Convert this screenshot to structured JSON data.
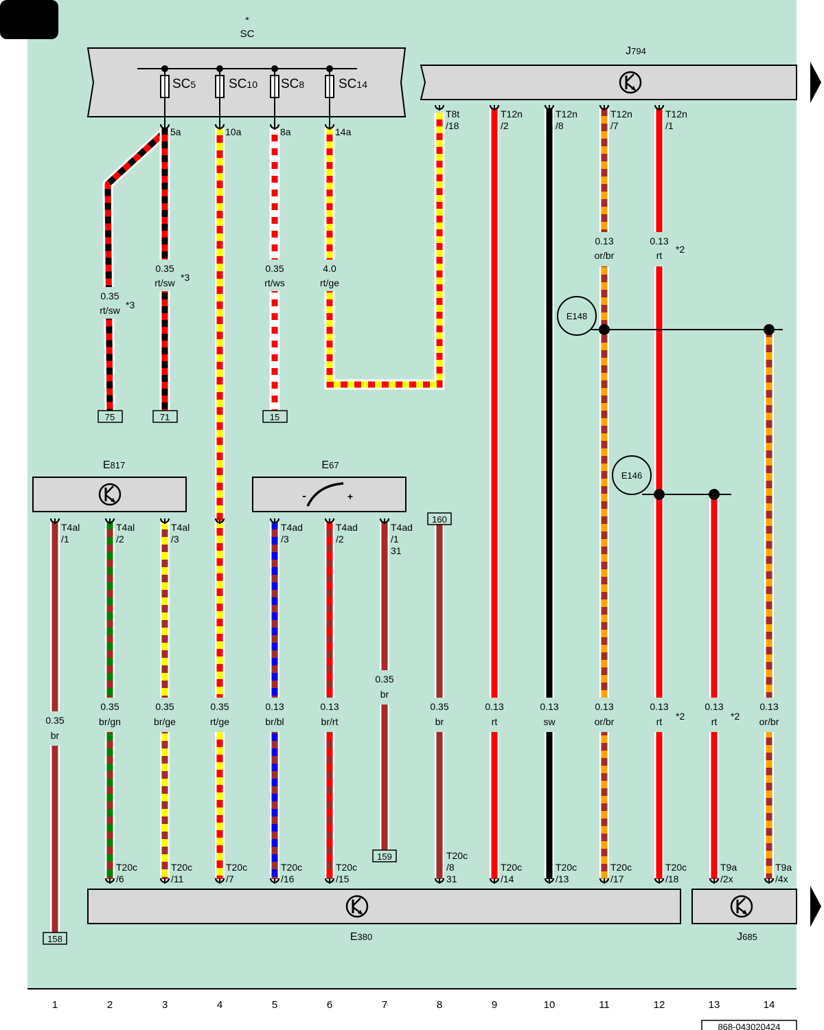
{
  "colors": {
    "background": "#bfe4d6",
    "page_tab": "#000000",
    "component_fill": "#d8d8d8",
    "rt": "#ff0000",
    "sw": "#000000",
    "ws": "#ffffff",
    "ge": "#ffff00",
    "br": "#a52a2a",
    "or": "#ffa500",
    "gn": "#008000",
    "bl": "#0000ff"
  },
  "fuse_box": {
    "name": "SC",
    "note_marker": "*",
    "fuses": [
      {
        "name": "SC",
        "sub": "5",
        "pin": "5a"
      },
      {
        "name": "SC",
        "sub": "10",
        "pin": "10a"
      },
      {
        "name": "SC",
        "sub": "8",
        "pin": "8a"
      },
      {
        "name": "SC",
        "sub": "14",
        "pin": "14a"
      }
    ]
  },
  "components": {
    "j794": {
      "name": "J",
      "sub": "794",
      "icon": "transistor-icon"
    },
    "e817": {
      "name": "E",
      "sub": "817",
      "icon": "transistor-icon"
    },
    "e67": {
      "name": "E",
      "sub": "67",
      "icon": "potentiometer-icon",
      "minus": "-",
      "plus": "+"
    },
    "e380": {
      "name": "E",
      "sub": "380",
      "icon": "transistor-icon"
    },
    "j685": {
      "name": "J",
      "sub": "685",
      "icon": "transistor-icon"
    },
    "e148": {
      "name": "E148"
    },
    "e146": {
      "name": "E146"
    }
  },
  "wires": [
    {
      "id": "w1",
      "top_pin": "T4al",
      "top_pin2": "/1",
      "section": "0.35",
      "color": "br",
      "bottom": "158"
    },
    {
      "id": "w2",
      "top_pin": "T4al",
      "top_pin2": "/2",
      "section": "0.35",
      "color": "br/gn",
      "bottom_pin": "T20c",
      "bottom_pin2": "/6"
    },
    {
      "id": "w3",
      "top_pin": "T4al",
      "top_pin2": "/3",
      "section": "0.35",
      "color": "br/ge",
      "bottom_pin": "T20c",
      "bottom_pin2": "/11"
    },
    {
      "id": "w4",
      "top_pin": "10a",
      "section": "0.35",
      "color": "rt/ge",
      "bottom_pin": "T20c",
      "bottom_pin2": "/7"
    },
    {
      "id": "w5",
      "top_pin": "T4ad",
      "top_pin2": "/3",
      "section": "0.13",
      "color": "br/bl",
      "bottom_pin": "T20c",
      "bottom_pin2": "/16"
    },
    {
      "id": "w6",
      "top_pin": "T4ad",
      "top_pin2": "/2",
      "section": "0.13",
      "color": "br/rt",
      "bottom_pin": "T20c",
      "bottom_pin2": "/15"
    },
    {
      "id": "w7",
      "top_pin": "T4ad",
      "top_pin2": "/1",
      "top_pin3": "31",
      "section": "0.35",
      "color": "br",
      "bottom": "159"
    },
    {
      "id": "w8",
      "top": "160",
      "section": "0.35",
      "color": "br",
      "bottom_pin": "T20c",
      "bottom_pin2": "/8",
      "bottom_pin3": "31"
    },
    {
      "id": "w9",
      "top_pin": "T12n",
      "top_pin2": "/2",
      "section": "0.13",
      "color": "rt",
      "bottom_pin": "T20c",
      "bottom_pin2": "/14"
    },
    {
      "id": "w10",
      "top_pin": "T12n",
      "top_pin2": "/8",
      "section": "0.13",
      "color": "sw",
      "bottom_pin": "T20c",
      "bottom_pin2": "/13"
    },
    {
      "id": "w11",
      "top_pin": "T12n",
      "top_pin2": "/7",
      "section": "0.13",
      "color": "or/br",
      "bottom_pin": "T20c",
      "bottom_pin2": "/17"
    },
    {
      "id": "w12",
      "top_pin": "T12n",
      "top_pin2": "/1",
      "section": "0.13",
      "color": "rt",
      "note": "*2",
      "bottom_pin": "T20c",
      "bottom_pin2": "/18"
    },
    {
      "id": "w13",
      "section": "0.13",
      "color": "rt",
      "note": "*2",
      "bottom_pin": "T9a",
      "bottom_pin2": "/2x"
    },
    {
      "id": "w14",
      "section": "0.13",
      "color": "or/br",
      "bottom_pin": "T9a",
      "bottom_pin2": "/4x"
    }
  ],
  "upper_wires": [
    {
      "id": "u75",
      "section": "0.35",
      "color": "rt/sw",
      "note": "*3",
      "terminal": "75"
    },
    {
      "id": "u71",
      "section": "0.35",
      "color": "rt/sw",
      "note": "*3",
      "terminal": "71"
    },
    {
      "id": "u15",
      "section": "0.35",
      "color": "rt/ws",
      "terminal": "15"
    },
    {
      "id": "u14a",
      "section": "4.0",
      "color": "rt/ge"
    },
    {
      "id": "u8t",
      "top_pin": "T8t",
      "top_pin2": "/18"
    },
    {
      "id": "u11",
      "section": "0.13",
      "color": "or/br"
    },
    {
      "id": "u12",
      "section": "0.13",
      "color": "rt",
      "note": "*2"
    }
  ],
  "columns": [
    "1",
    "2",
    "3",
    "4",
    "5",
    "6",
    "7",
    "8",
    "9",
    "10",
    "11",
    "12",
    "13",
    "14"
  ],
  "diagram_id": "868-043020424"
}
